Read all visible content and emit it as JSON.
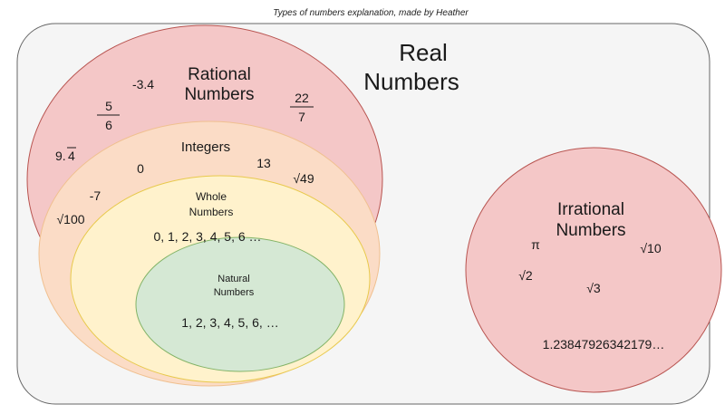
{
  "caption": "Types of numbers explanation, made by Heather",
  "real": {
    "title_line1": "Real",
    "title_line2": "Numbers"
  },
  "rational": {
    "title_line1": "Rational",
    "title_line2": "Numbers",
    "examples": {
      "neg_decimal": "-3.4",
      "frac1_num": "5",
      "frac1_den": "6",
      "frac2_num": "22",
      "frac2_den": "7",
      "repeating_base": "9.",
      "repeating_digit": "4"
    }
  },
  "integers": {
    "title": "Integers",
    "examples": {
      "zero": "0",
      "thirteen": "13",
      "neg_seven": "-7",
      "root49": "√49",
      "root100": "√100"
    }
  },
  "whole": {
    "title_line1": "Whole",
    "title_line2": "Numbers",
    "sequence": "0, 1, 2, 3, 4, 5, 6 …"
  },
  "natural": {
    "title_line1": "Natural",
    "title_line2": "Numbers",
    "sequence": "1, 2, 3, 4, 5, 6, …"
  },
  "irrational": {
    "title_line1": "Irrational",
    "title_line2": "Numbers",
    "examples": {
      "pi": "π",
      "root10": "√10",
      "root2": "√2",
      "root3": "√3",
      "decimal": "1.23847926342179…"
    }
  },
  "colors": {
    "real_fill": "#f5f5f5",
    "real_stroke": "#666666",
    "rational_fill": "#f4c7c7",
    "rational_stroke": "#b85450",
    "integers_fill": "#fbdcc6",
    "integers_stroke": "#f0c090",
    "whole_fill": "#fff2cc",
    "whole_stroke": "#e8c94c",
    "natural_fill": "#d5e8d4",
    "natural_stroke": "#82b366",
    "irrational_fill": "#f4c7c7",
    "irrational_stroke": "#b85450"
  }
}
